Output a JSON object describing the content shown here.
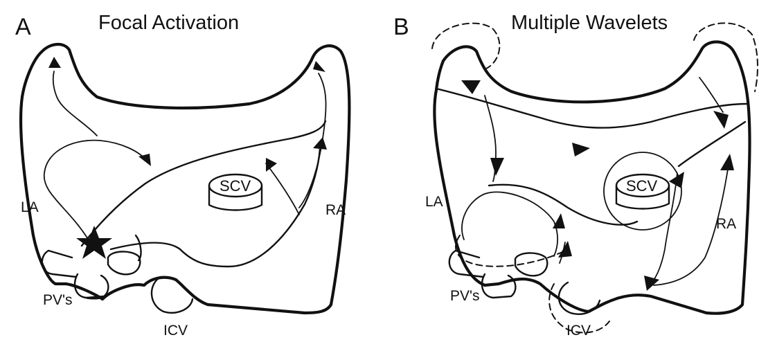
{
  "panel_a": {
    "letter": "A",
    "title": "Focal Activation",
    "labels": {
      "la": "LA",
      "ra": "RA",
      "scv": "SCV",
      "pvs": "PV's",
      "icv": "ICV"
    }
  },
  "panel_b": {
    "letter": "B",
    "title": "Multiple Wavelets",
    "labels": {
      "la": "LA",
      "ra": "RA",
      "scv": "SCV",
      "pvs": "PV's",
      "icv": "ICV"
    }
  },
  "colors": {
    "line": "#111111",
    "background": "#ffffff"
  }
}
